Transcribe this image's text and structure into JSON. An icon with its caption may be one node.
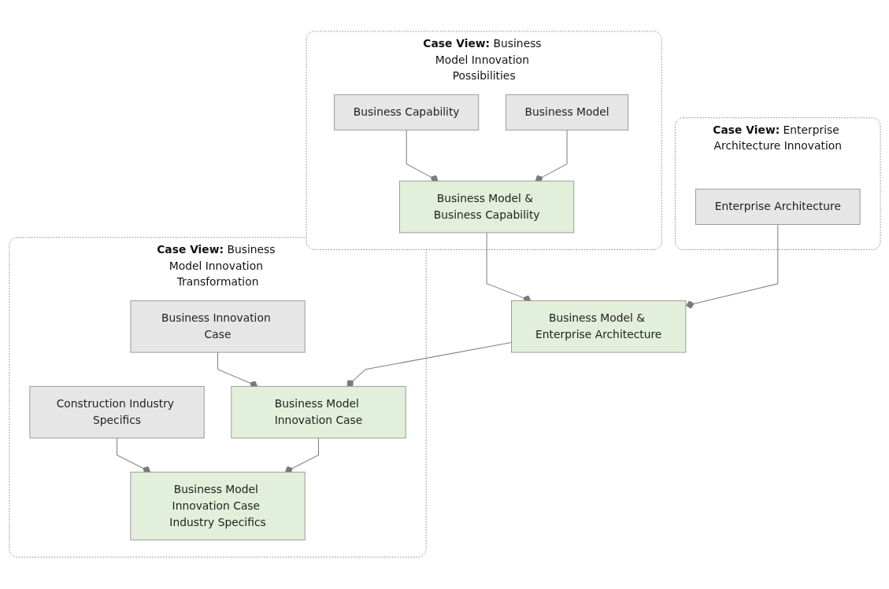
{
  "diagram": {
    "nodes": [
      {
        "text": [
          "Case View:",
          "Business Model Innovation Possibilities"
        ]
      },
      {
        "text": [
          "Business Capability"
        ],
        "in": 0
      },
      {
        "text": [
          "Business Model"
        ],
        "in": 0
      },
      {
        "text": [
          "Business Model & Business Capability"
        ],
        "in": 0
      },
      {
        "text": [
          "Case View:",
          "Enterprise Architecture Innovation"
        ]
      },
      {
        "text": [
          "Enterprise Architecture"
        ],
        "in": 4
      },
      {
        "text": [
          "Business Model & Enterprise Architecture"
        ]
      },
      {
        "text": [
          "Case View:",
          "Business Model Innovation Transformation"
        ]
      },
      {
        "text": [
          "Business Innovation Case"
        ],
        "in": 7
      },
      {
        "text": [
          "Construction Industry Specifics"
        ],
        "in": 7
      },
      {
        "text": [
          "Business Model Innovation Case"
        ],
        "in": 7
      },
      {
        "text": [
          "Business Model Innovation Case Industry Specifics"
        ],
        "in": 7
      }
    ],
    "edges": [
      {
        "from": 1,
        "to": 3,
        "arrow": "other"
      },
      {
        "from": 2,
        "to": 3,
        "arrow": "other"
      },
      {
        "from": 3,
        "to": 6,
        "arrow": "other"
      },
      {
        "from": 5,
        "to": 6,
        "arrow": "other"
      },
      {
        "from": 8,
        "to": 10,
        "arrow": "other"
      },
      {
        "from": 6,
        "to": 10,
        "arrow": "other"
      },
      {
        "from": 9,
        "to": 11,
        "arrow": "other"
      },
      {
        "from": 10,
        "to": 11,
        "arrow": "other"
      }
    ]
  }
}
